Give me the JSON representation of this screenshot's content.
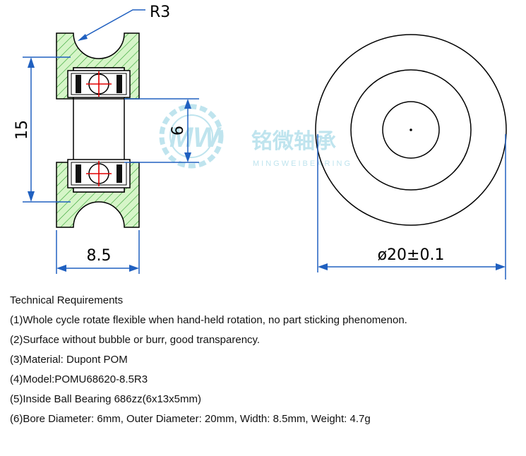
{
  "drawing": {
    "dim_radius": "R3",
    "dim_height": "15",
    "dim_bore": "6",
    "dim_width": "8.5",
    "dim_diameter": "ø20±0.1",
    "watermark_cn": "铭微轴承",
    "watermark_en": "MINGWEIBEARING",
    "watermark_logo": "MW"
  },
  "requirements": {
    "title": "Technical Requirements",
    "items": [
      "(1)Whole cycle rotate flexible when hand-held rotation, no part sticking phenomenon.",
      "(2)Surface without bubble or burr, good transparency.",
      "(3)Material: Dupont POM",
      "(4)Model:POMU68620-8.5R3",
      "(5)Inside Ball Bearing 686zz(6x13x5mm)",
      "(6)Bore Diameter: 6mm, Outer Diameter: 20mm, Width: 8.5mm, Weight: 4.7g"
    ]
  },
  "colors": {
    "hatch_fill": "#d6f5c8",
    "hatch_line": "#2ca02c",
    "ball_cross": "#e00000",
    "watermark": "#bfe4ee"
  }
}
